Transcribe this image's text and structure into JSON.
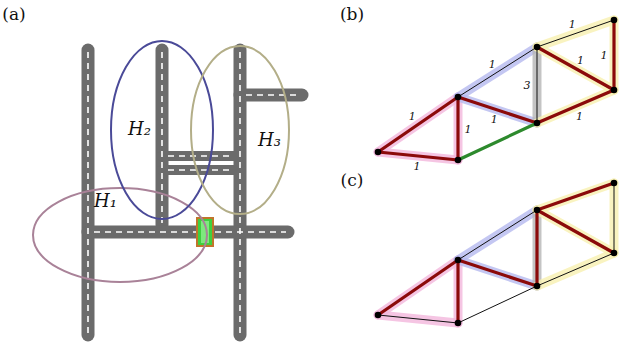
{
  "diagram": {
    "nodes": [
      {
        "text": [
          "H₁"
        ]
      },
      {
        "text": [
          "H₂"
        ]
      },
      {
        "text": [
          "H₃"
        ]
      }
    ],
    "labels": [
      "(a)",
      "(b)",
      "(c)",
      "1",
      "1",
      "1",
      "1",
      "1",
      "1",
      "1",
      "1",
      "1",
      "3"
    ]
  }
}
